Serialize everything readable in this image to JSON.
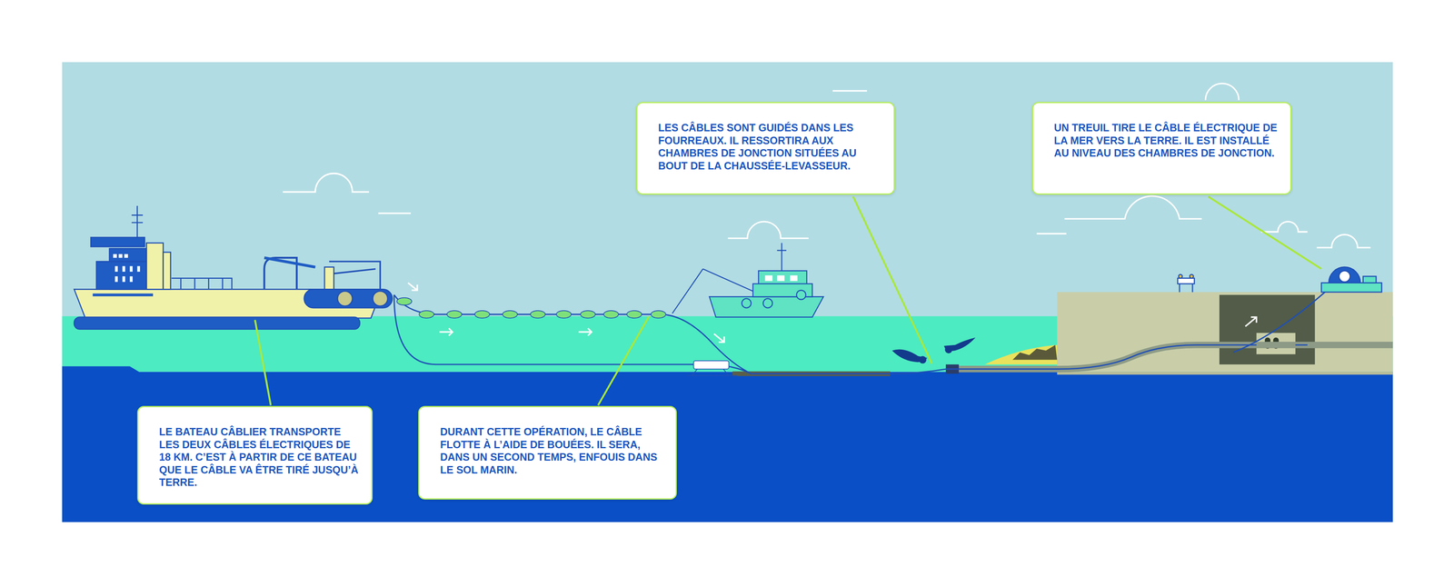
{
  "diagram": {
    "nodes": [
      {
        "text": [
          "LE BATEAU CÂBLIER TRANSPORTE LES DEUX CÂBLES ÉLECTRIQUES DE 18 KM. C’EST À PARTIR DE CE BATEAU QUE LE CÂBLE VA ÊTRE TIRÉ JUSQU’À TERRE."
        ]
      },
      {
        "text": [
          "DURANT CETTE OPÉRATION, LE CÂBLE FLOTTE À L’AIDE DE BOUÉES. IL SERA, DANS UN SECOND TEMPS, ENFOUIS DANS LE SOL MARIN."
        ]
      },
      {
        "text": [
          "LES CÂBLES SONT GUIDÉS DANS LES FOURREAUX. IL RESSORTIRA AUX CHAMBRES DE JONCTION SITUÉES AU BOUT DE LA CHAUSSÉE-LEVASSEUR."
        ]
      },
      {
        "text": [
          "UN TREUIL TIRE LE CÂBLE ÉLECTRIQUE DE LA MER VERS LA TERRE. IL EST INSTALLÉ AU NIVEAU DES CHAMBRES DE JONCTION."
        ]
      }
    ]
  }
}
